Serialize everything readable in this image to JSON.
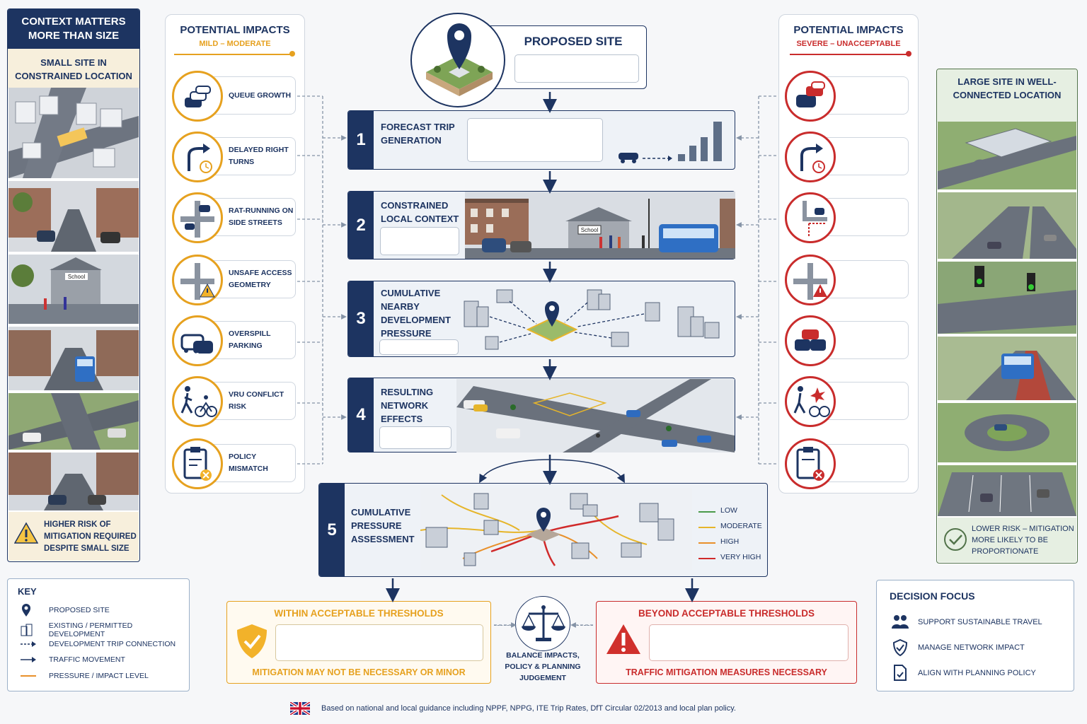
{
  "left_panel": {
    "title": "CONTEXT MATTERS MORE THAN SIZE",
    "subtitle": "SMALL SITE IN CONSTRAINED LOCATION",
    "footer": "HIGHER RISK OF MITIGATION REQUIRED DESPITE SMALL SIZE",
    "scene_label": "School"
  },
  "mild": {
    "title": "POTENTIAL IMPACTS",
    "subtitle": "MILD – MODERATE",
    "items": [
      "QUEUE GROWTH",
      "DELAYED RIGHT TURNS",
      "RAT-RUNNING ON SIDE STREETS",
      "UNSAFE ACCESS GEOMETRY",
      "OVERSPILL PARKING",
      "VRU CONFLICT RISK",
      "POLICY MISMATCH"
    ]
  },
  "severe": {
    "title": "POTENTIAL IMPACTS",
    "subtitle": "SEVERE – UNACCEPTABLE"
  },
  "proposed": {
    "title": "PROPOSED SITE"
  },
  "steps": [
    {
      "num": "1",
      "label": "FORECAST TRIP GENERATION"
    },
    {
      "num": "2",
      "label": "CONSTRAINED LOCAL CONTEXT",
      "scene_label": "School"
    },
    {
      "num": "3",
      "label": "CUMULATIVE NEARBY DEVELOPMENT PRESSURE"
    },
    {
      "num": "4",
      "label": "RESULTING NETWORK EFFECTS"
    },
    {
      "num": "5",
      "label": "CUMULATIVE PRESSURE ASSESSMENT"
    }
  ],
  "legend": [
    {
      "label": "LOW",
      "color": "#4a9a4a"
    },
    {
      "label": "MODERATE",
      "color": "#e6b52a"
    },
    {
      "label": "HIGH",
      "color": "#e8902a"
    },
    {
      "label": "VERY HIGH",
      "color": "#d02a2a"
    }
  ],
  "right_panel": {
    "title": "LARGE SITE IN WELL-CONNECTED LOCATION",
    "footer": "LOWER RISK – MITIGATION MORE LIKELY TO BE PROPORTIONATE"
  },
  "key": {
    "title": "KEY",
    "items": [
      "PROPOSED SITE",
      "EXISTING / PERMITTED DEVELOPMENT",
      "DEVELOPMENT TRIP CONNECTION",
      "TRAFFIC MOVEMENT",
      "PRESSURE / IMPACT LEVEL"
    ]
  },
  "within": {
    "title": "WITHIN ACCEPTABLE THRESHOLDS",
    "footer": "MITIGATION MAY NOT BE NECESSARY OR MINOR"
  },
  "beyond": {
    "title": "BEYOND ACCEPTABLE THRESHOLDS",
    "footer": "TRAFFIC MITIGATION MEASURES NECESSARY"
  },
  "balance": {
    "label": "BALANCE IMPACTS, POLICY & PLANNING JUDGEMENT"
  },
  "decision": {
    "title": "DECISION FOCUS",
    "items": [
      "SUPPORT SUSTAINABLE TRAVEL",
      "MANAGE NETWORK IMPACT",
      "ALIGN WITH PLANNING POLICY"
    ]
  },
  "footnote": "Based on national and local guidance including NPPF, NPPG, ITE Trip Rates, DfT Circular 02/2013 and local plan policy.",
  "colors": {
    "navy": "#1d3461",
    "amber": "#e6a11f",
    "red": "#c92c2c",
    "green": "#52734a"
  }
}
